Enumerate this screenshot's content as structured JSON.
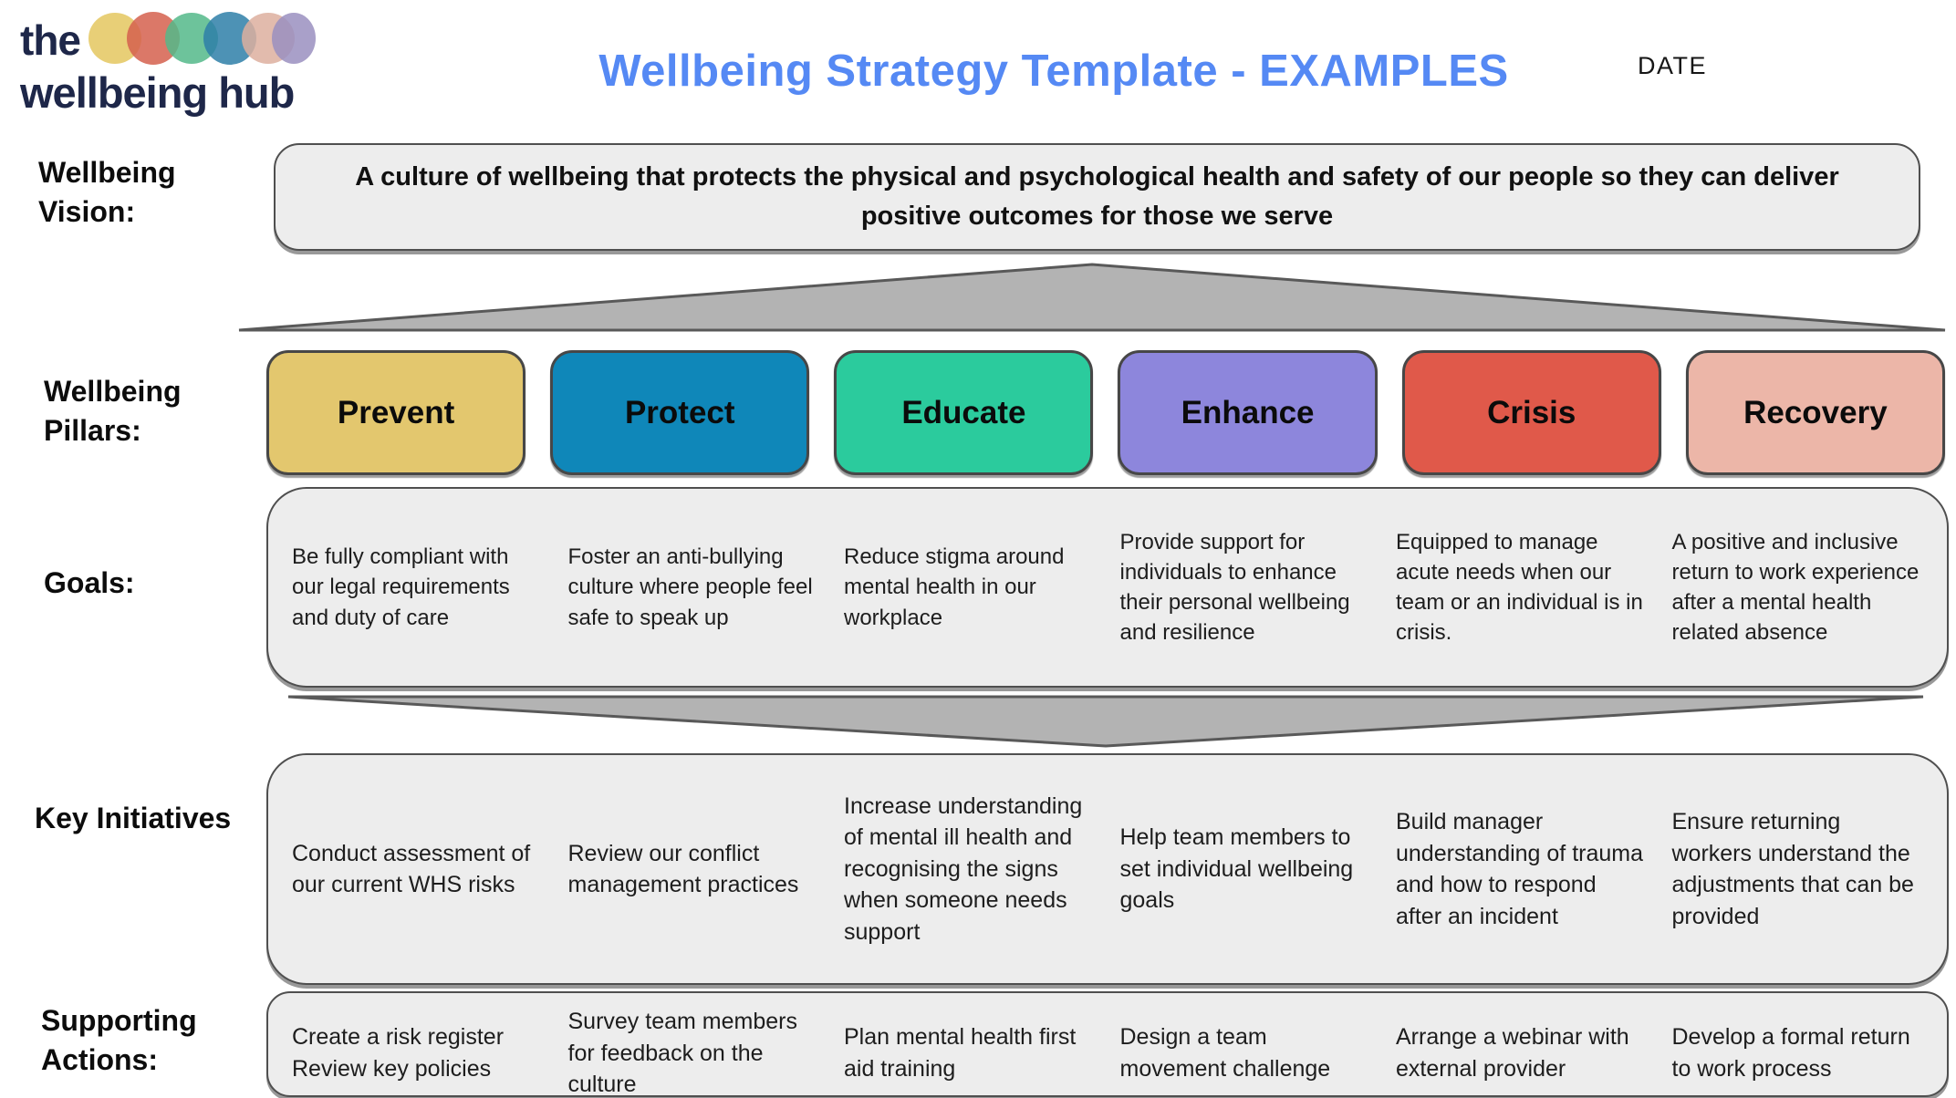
{
  "header": {
    "logo": {
      "word_top": "the",
      "word_bottom": "wellbeing hub",
      "navy": "#1e2749",
      "blobs": [
        "#e4c75f",
        "#d5604d",
        "#54b98a",
        "#2e7fa8",
        "#ddaf9f",
        "#9a8fc0"
      ]
    },
    "title": "Wellbeing Strategy Template - EXAMPLES",
    "title_color": "#5589f4",
    "date_label": "DATE"
  },
  "vision": {
    "label": "Wellbeing Vision:",
    "text": "A culture of wellbeing that protects the physical and psychological health and safety of our people so they can deliver positive outcomes for those we serve"
  },
  "pillars": {
    "label": "Wellbeing Pillars:",
    "items": [
      {
        "label": "Prevent",
        "color": "#e3c76e"
      },
      {
        "label": "Protect",
        "color": "#0f87b9"
      },
      {
        "label": "Educate",
        "color": "#2bcb9d"
      },
      {
        "label": "Enhance",
        "color": "#8d86dc"
      },
      {
        "label": "Crisis",
        "color": "#e0594a"
      },
      {
        "label": "Recovery",
        "color": "#ecb6a8"
      }
    ]
  },
  "goals": {
    "label": "Goals:",
    "items": [
      "Be fully compliant with our legal requirements and duty of care",
      "Foster an anti-bullying culture where people feel safe to speak up",
      "Reduce stigma around mental health in our workplace",
      "Provide support for individuals to enhance their personal wellbeing and resilience",
      "Equipped to manage acute needs when our team or an individual is in crisis.",
      "A positive and inclusive return to work experience after a mental health related absence"
    ]
  },
  "initiatives": {
    "label": "Key Initiatives",
    "items": [
      "Conduct assessment of our current WHS risks",
      "Review our conflict management practices",
      "Increase understanding of mental ill health and recognising the signs when someone needs support",
      "Help team members to set individual wellbeing goals",
      "Build manager understanding of trauma and how to respond after an incident",
      "Ensure returning workers understand the adjustments that can be provided"
    ]
  },
  "actions": {
    "label": "Supporting Actions:",
    "items": [
      "Create a risk register\nReview key policies",
      "Survey team members for feedback on the culture",
      "Plan mental health first aid training",
      "Design a team movement challenge",
      "Arrange a webinar with external provider",
      "Develop a formal return to work process"
    ]
  },
  "colors": {
    "box_bg": "#ededed",
    "box_border": "#4f4f4f",
    "arrow_fill": "#b3b3b3",
    "arrow_stroke": "#595959"
  }
}
